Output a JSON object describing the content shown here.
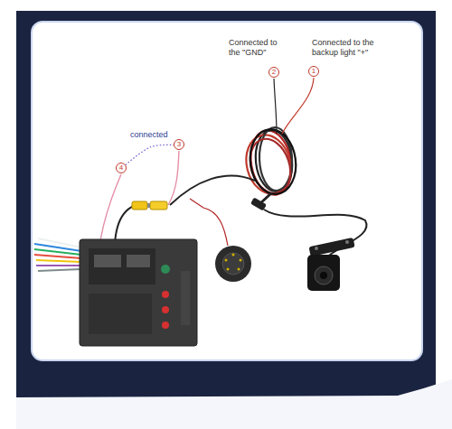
{
  "diagram": {
    "nodes": [
      {
        "text": [
          "2"
        ]
      },
      {
        "text": [
          "1"
        ]
      },
      {
        "text": [
          "3"
        ]
      },
      {
        "text": [
          "4"
        ]
      }
    ],
    "edges": [
      {
        "from": 3,
        "to": 2,
        "label": "connected",
        "arrow": "none"
      }
    ],
    "labels": [
      "Connected to the \"GND\"",
      "Connected to the backup light \"+\""
    ]
  }
}
